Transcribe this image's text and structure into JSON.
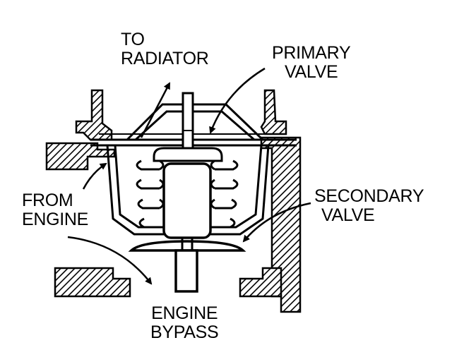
{
  "labels": {
    "to_radiator": [
      "TO",
      "RADIATOR"
    ],
    "primary_valve": [
      "PRIMARY",
      "VALVE"
    ],
    "from_engine": [
      "FROM",
      "ENGINE"
    ],
    "secondary_valve": [
      "SECONDARY",
      "VALVE"
    ],
    "engine_bypass": [
      "ENGINE",
      "BYPASS"
    ]
  },
  "colors": {
    "ink": "#000000",
    "paper": "#ffffff"
  }
}
